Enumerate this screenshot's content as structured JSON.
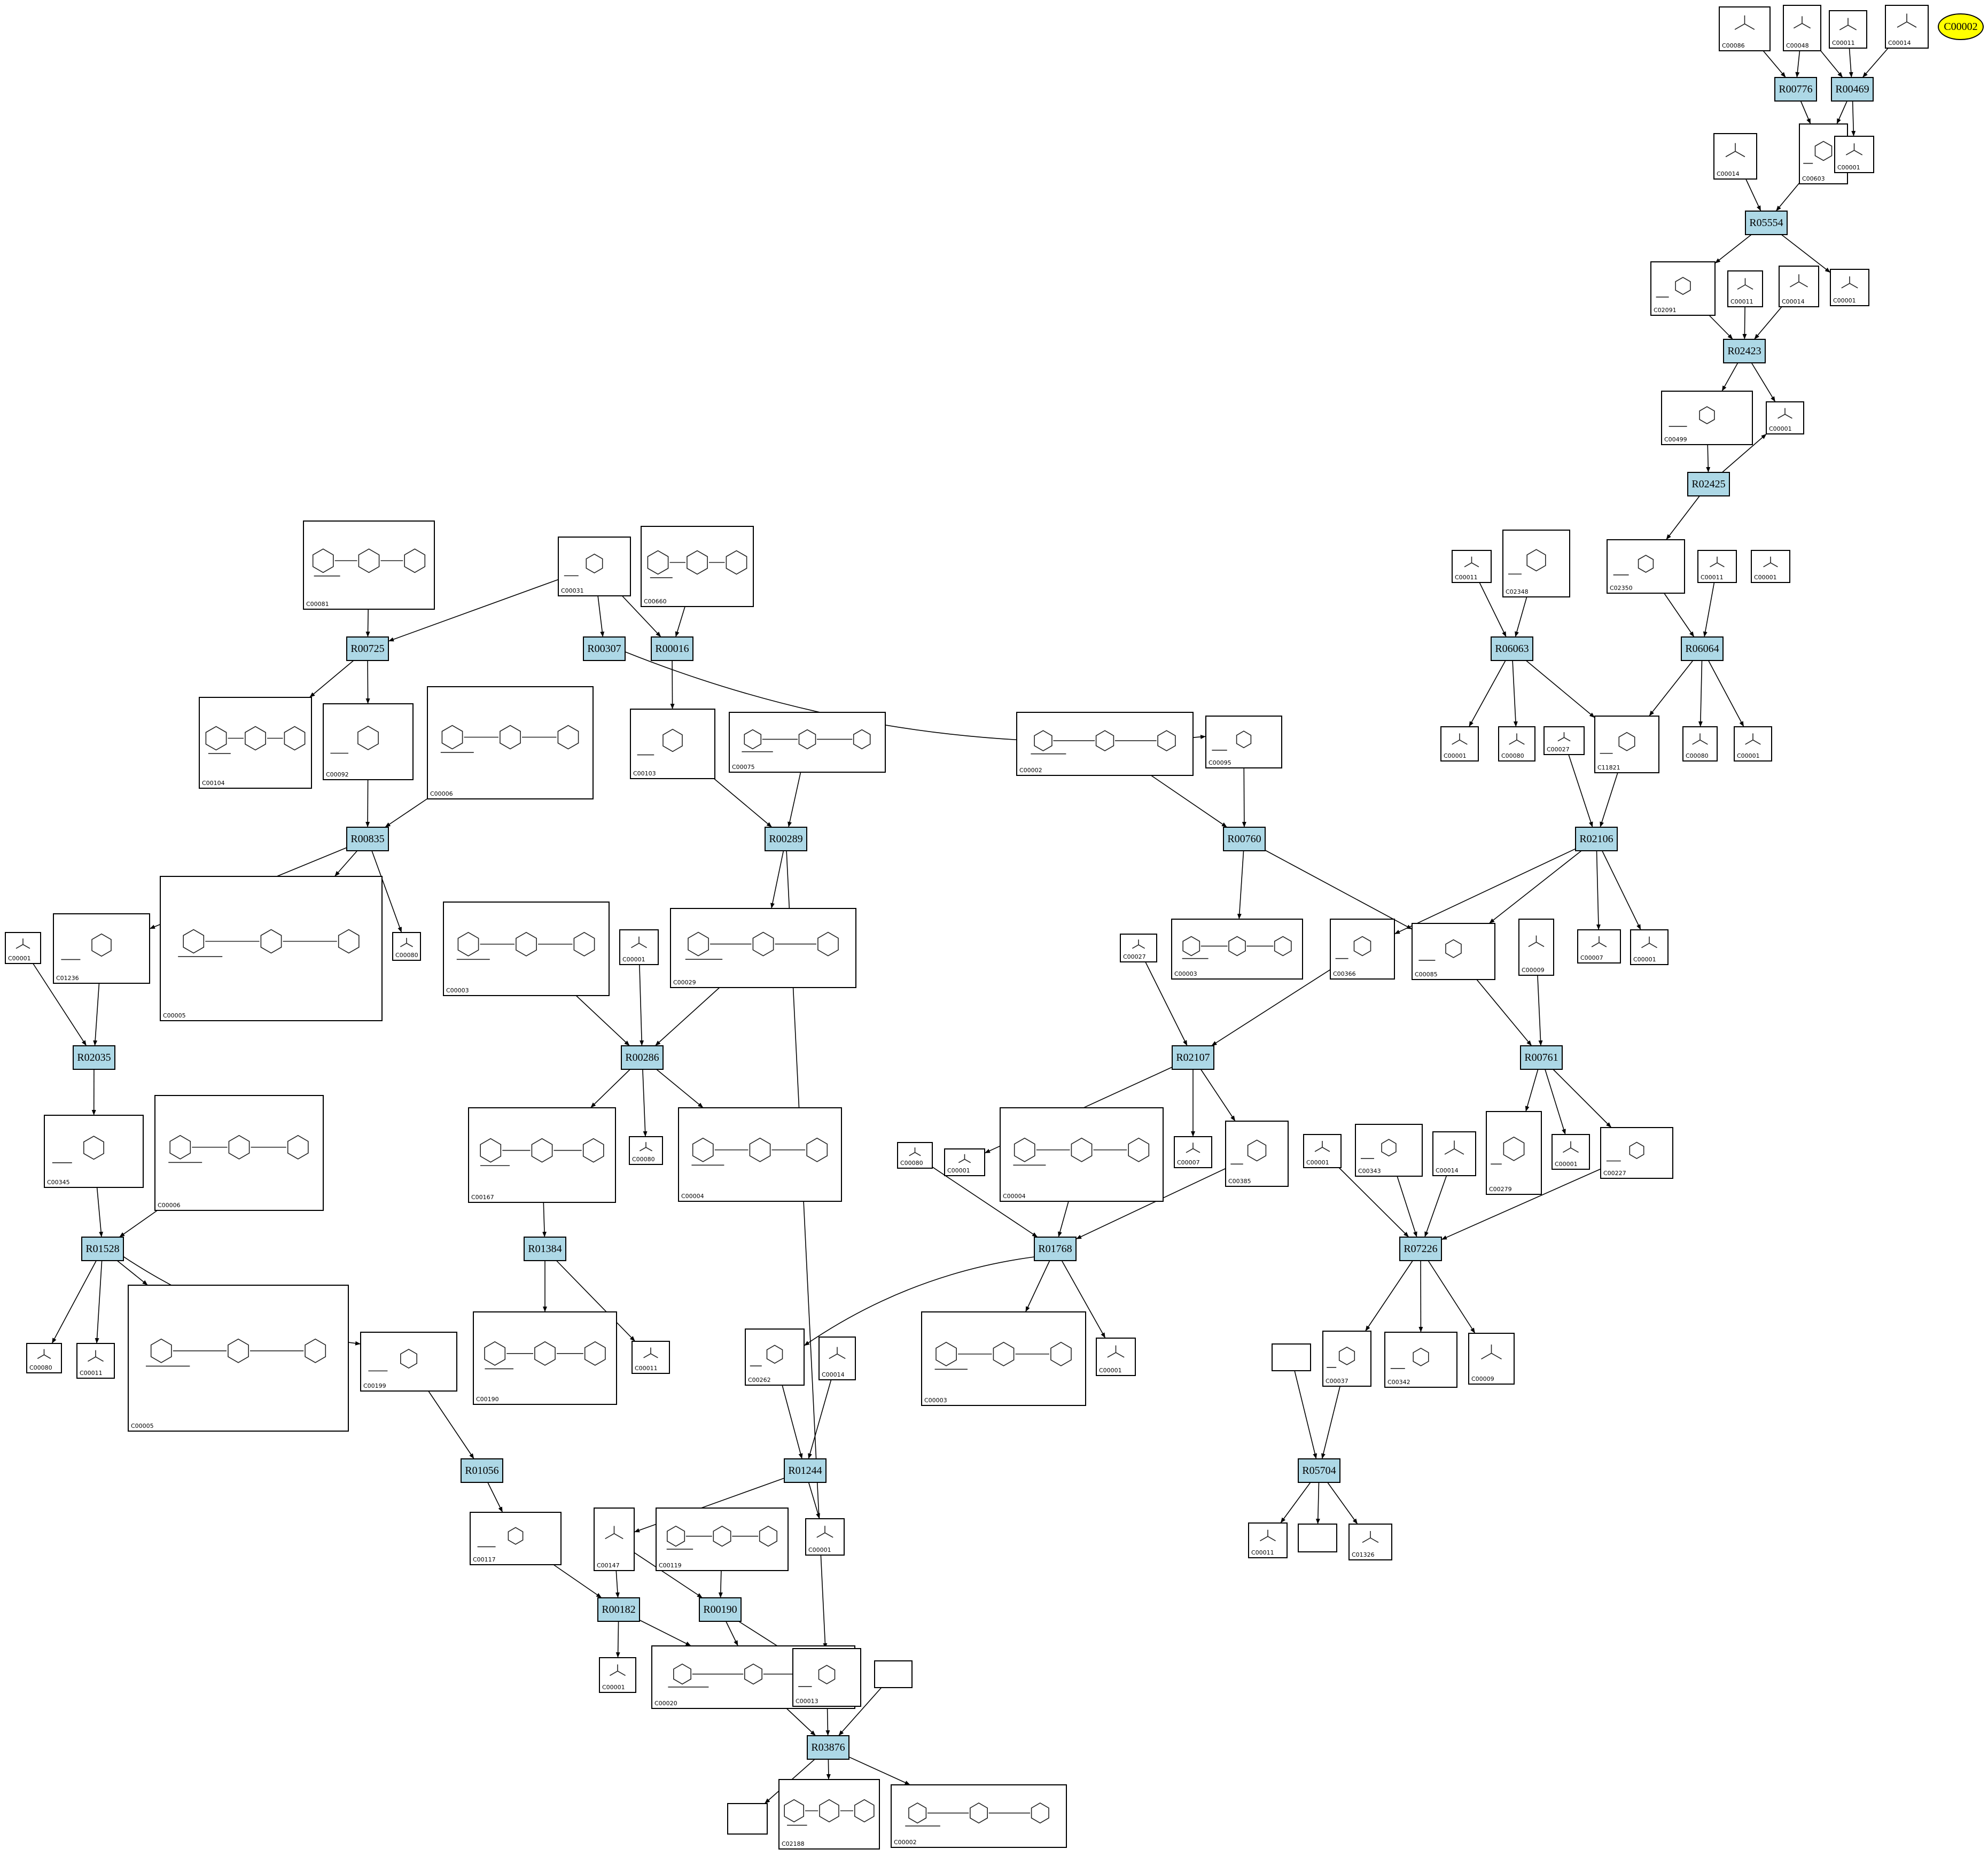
{
  "start_node": "C00002",
  "reactions": [
    "R00776",
    "R00469",
    "R05554",
    "R02423",
    "R02425",
    "R06063",
    "R06064",
    "R02106",
    "R00760",
    "R00725",
    "R00307",
    "R00016",
    "R00835",
    "R00289",
    "R02035",
    "R00286",
    "R02107",
    "R00761",
    "R01528",
    "R01384",
    "R01768",
    "R07226",
    "R01056",
    "R01244",
    "R05704",
    "R00182",
    "R00190",
    "R03876"
  ],
  "compounds": {
    "n1": "C00086",
    "n2": "C00048",
    "n3": "C00011",
    "n4": "C00014",
    "n5": "C00603",
    "n6": "C00001",
    "n7": "C00014",
    "n8": "C02091",
    "n9": "C00011",
    "n10": "C00014",
    "n11": "C00001",
    "n12": "C00499",
    "n13": "C00001",
    "n14": "C00011",
    "n15": "C02348",
    "n16": "C02350",
    "n17": "C00011",
    "n18": "C00001",
    "n19": "C00001",
    "n20": "C00080",
    "n21": "C00027",
    "n22": "C11821",
    "n23": "C00080",
    "n24": "C00001",
    "n25": "C00081",
    "n26": "C00031",
    "n27": "C00660",
    "n28": "C00104",
    "n29": "C00092",
    "n30": "C00006",
    "n31": "C00103",
    "n32": "C00075",
    "n33": "C00002",
    "n34": "C00095",
    "n35": "C00001",
    "n36": "C01236",
    "n37": "C00005",
    "n38": "C00080",
    "n39": "C00003",
    "n40": "C00001",
    "n41": "C00029",
    "n42": "C00003",
    "n43": "C00027",
    "n44": "C00366",
    "n45": "C00085",
    "n46": "C00009",
    "n47": "C00007",
    "n48": "C00001",
    "n49": "C00345",
    "n50": "C00006",
    "n51": "C00167",
    "n52": "C00080",
    "n53": "C00004",
    "n54": "C00080",
    "n55": "C00001",
    "n56": "C00004",
    "n57": "C00007",
    "n58": "C00385",
    "n59": "C00001",
    "n60": "C00343",
    "n61": "C00014",
    "n62": "C00279",
    "n63": "C00001",
    "n64": "C00227",
    "n65": "C00080",
    "n66": "C00011",
    "n67": "C00005",
    "n68": "C00199",
    "n69": "C00190",
    "n70": "C00011",
    "n71": "C00262",
    "n72": "C00014",
    "n73": "C00003",
    "n74": "C00001",
    "n75": "",
    "n76": "C00037",
    "n77": "C00342",
    "n78": "C00009",
    "n79": "C00117",
    "n80": "C00147",
    "n81": "C00119",
    "n82": "C00001",
    "n83": "C00011",
    "n84": "",
    "n85": "C01326",
    "n86": "C00001",
    "n87": "C00020",
    "n88": "C00013",
    "n89": "",
    "n90": "",
    "n91": "C02188",
    "n92": "C00002"
  }
}
